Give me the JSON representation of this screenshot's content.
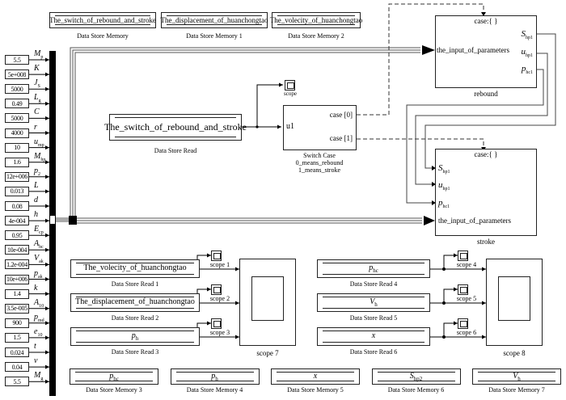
{
  "diagram": {
    "type": "simulink-block-diagram",
    "data_store_memory_top": [
      {
        "text": "The_switch_of_rebound_and_stroke",
        "caption": "Data Store Memory"
      },
      {
        "text": "The_displacement_of_huanchongtao",
        "caption": "Data Store Memory 1"
      },
      {
        "text": "The_volecity_of_huanchongtao",
        "caption": "Data Store Memory 2"
      }
    ],
    "constants": [
      {
        "value": "5.5",
        "label": "M",
        "sub": "p"
      },
      {
        "value": "5e+008",
        "label": "K",
        "sub": ""
      },
      {
        "value": "5000",
        "label": "J",
        "sub": "S"
      },
      {
        "value": "0.49",
        "label": "L",
        "sub": "g"
      },
      {
        "value": "5000",
        "label": "C",
        "sub": ""
      },
      {
        "value": "4000",
        "label": "r",
        "sub": ""
      },
      {
        "value": "10",
        "label": "u",
        "sub": "mp"
      },
      {
        "value": "1.6",
        "label": "M",
        "sub": "hp"
      },
      {
        "value": "12e+006",
        "label": "p",
        "sub": "2"
      },
      {
        "value": "0.013",
        "label": "L",
        "sub": ""
      },
      {
        "value": "0.08",
        "label": "d",
        "sub": ""
      },
      {
        "value": "4e-004",
        "label": "h",
        "sub": ""
      },
      {
        "value": "0.95",
        "label": "E",
        "sub": "cp"
      },
      {
        "value": "10e-004",
        "label": "A",
        "sub": "hc"
      },
      {
        "value": "1.2e-004",
        "label": "V",
        "sub": "ak"
      },
      {
        "value": "10e+006",
        "label": "p",
        "sub": "ak"
      },
      {
        "value": "1.4",
        "label": "k",
        "sub": ""
      },
      {
        "value": "3.5e-005",
        "label": "A",
        "sub": "10"
      },
      {
        "value": "900",
        "label": "p",
        "sub": "md"
      },
      {
        "value": "1.5",
        "label": "e",
        "sub": "10"
      },
      {
        "value": "0.024",
        "label": "t",
        "sub": ""
      },
      {
        "value": "0.04",
        "label": "v",
        "sub": ""
      },
      {
        "value": "5.5",
        "label": "M",
        "sub": "g"
      }
    ],
    "switch_read": {
      "text": "The_switch_of_rebound_and_stroke",
      "caption": "Data Store Read"
    },
    "scope_top": {
      "caption": "scope"
    },
    "switch_case": {
      "input": "u1",
      "outputs": [
        "case [0]",
        "case [1]"
      ],
      "caption": [
        "Switch Case",
        "0_means_rebound",
        "1_means_stroke"
      ]
    },
    "rebound": {
      "header": "case:{  }",
      "input": "the_input_of_parameters",
      "outputs": [
        {
          "label": "S",
          "sub": "hp1"
        },
        {
          "label": "u",
          "sub": "hp1"
        },
        {
          "label": "p",
          "sub": "hc1"
        }
      ],
      "caption": "rebound"
    },
    "stroke": {
      "header": "case:{  }",
      "inputs": [
        {
          "label": "S",
          "sub": "hp1"
        },
        {
          "label": "u",
          "sub": "hp1"
        },
        {
          "label": "p",
          "sub": "hc1"
        }
      ],
      "param_input": "the_input_of_parameters",
      "caption": "stroke"
    },
    "reads_left": [
      {
        "label": "The_volecity_of_huanchongtao",
        "sub": "",
        "caption": "Data Store Read 1",
        "scope": "scope 1"
      },
      {
        "label": "The_displacement_of_huanchongtao",
        "sub": "",
        "caption": "Data Store Read 2",
        "scope": "scope 2"
      },
      {
        "label": "p",
        "sub": "h",
        "caption": "Data Store Read 3",
        "scope": "scope 3"
      }
    ],
    "scope7": {
      "caption": "scope 7"
    },
    "reads_right": [
      {
        "label": "p",
        "sub": "hc",
        "caption": "Data Store Read 4",
        "scope": "scope 4"
      },
      {
        "label": "V",
        "sub": "h",
        "caption": "Data Store Read 5",
        "scope": "scope 5"
      },
      {
        "label": "x",
        "sub": "",
        "caption": "Data Store Read 6",
        "scope": "scope 6"
      }
    ],
    "scope8": {
      "caption": "scope 8"
    },
    "data_store_memory_bottom": [
      {
        "label": "p",
        "sub": "hc",
        "caption": "Data Store Memory 3"
      },
      {
        "label": "p",
        "sub": "h",
        "caption": "Data Store Memory 4"
      },
      {
        "label": "x",
        "sub": "",
        "caption": "Data Store Memory 5"
      },
      {
        "label": "S",
        "sub": "hp2",
        "caption": "Data Store Memory 6"
      },
      {
        "label": "V",
        "sub": "h",
        "caption": "Data Store Memory 7"
      }
    ]
  }
}
